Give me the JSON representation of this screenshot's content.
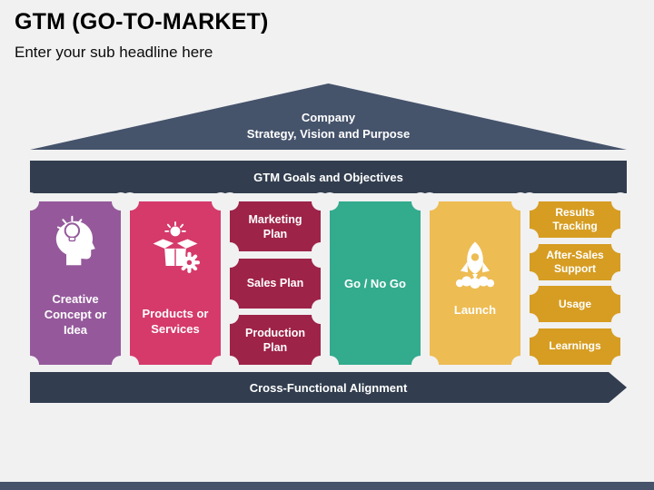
{
  "header": {
    "title": "GTM (GO-TO-MARKET)",
    "subtitle": "Enter your sub headline here"
  },
  "roof": {
    "line1": "Company",
    "line2": "Strategy, Vision and Purpose"
  },
  "goals_bar": {
    "label": "GTM Goals and Objectives"
  },
  "columns": [
    {
      "label": "Creative Concept or Idea",
      "icon": "head-idea-icon",
      "color": "#95599B"
    },
    {
      "label": "Products or Services",
      "icon": "box-idea-gear-icon",
      "color": "#D53A6B"
    },
    {
      "color": "#9E2348",
      "items": [
        "Marketing Plan",
        "Sales Plan",
        "Production Plan"
      ]
    },
    {
      "label": "Go / No Go",
      "color": "#33AB8D"
    },
    {
      "label": "Launch",
      "icon": "rocket-icon",
      "color": "#EDBC53"
    },
    {
      "color": "#D69D22",
      "items": [
        "Results Tracking",
        "After-Sales Support",
        "Usage",
        "Learnings"
      ]
    }
  ],
  "alignment_bar": {
    "label": "Cross-Functional Alignment"
  },
  "colors": {
    "background": "#F1F1F2",
    "navy_bar": "#323E4F",
    "slate_roof": "#45536B",
    "footer_strip": "#47536A",
    "purple": "#95599B",
    "pink": "#D53A6B",
    "maroon": "#9E2348",
    "teal": "#33AB8D",
    "yellow": "#EDBC53",
    "gold": "#D69D22",
    "text_on_shapes": "#FFFFFF",
    "title_text": "#000000"
  }
}
